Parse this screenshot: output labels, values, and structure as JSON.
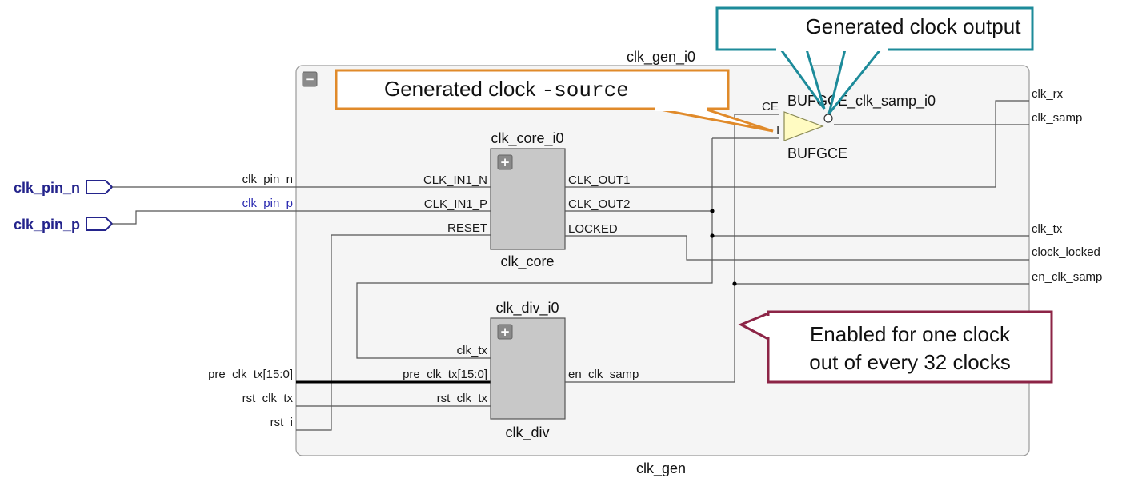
{
  "top": {
    "instance_name": "clk_gen_i0",
    "module_name": "clk_gen",
    "collapse_glyph": "−"
  },
  "inputs": {
    "clk_pin_n": "clk_pin_n",
    "clk_pin_p": "clk_pin_p"
  },
  "nets_left": {
    "clk_pin_n": "clk_pin_n",
    "clk_pin_p": "clk_pin_p",
    "pre_clk_tx": "pre_clk_tx[15:0]",
    "rst_clk_tx": "rst_clk_tx",
    "rst_i": "rst_i"
  },
  "clk_core": {
    "instance": "clk_core_i0",
    "module": "clk_core",
    "expand_glyph": "+",
    "pins_in": [
      "CLK_IN1_N",
      "CLK_IN1_P",
      "RESET"
    ],
    "pins_out": [
      "CLK_OUT1",
      "CLK_OUT2",
      "LOCKED"
    ]
  },
  "clk_div": {
    "instance": "clk_div_i0",
    "module": "clk_div",
    "expand_glyph": "+",
    "pins_in": [
      "clk_tx",
      "pre_clk_tx[15:0]",
      "rst_clk_tx"
    ],
    "pins_out": [
      "en_clk_samp"
    ]
  },
  "bufgce": {
    "instance": "BUFGCE_clk_samp_i0",
    "type": "BUFGCE",
    "pin_ce": "CE",
    "pin_i": "I"
  },
  "nets_right": [
    "clk_rx",
    "clk_samp",
    "clk_tx",
    "clock_locked",
    "en_clk_samp"
  ],
  "callouts": {
    "output": "Generated clock output",
    "source_text": "Generated clock ",
    "source_mono": "-source",
    "enabled_line1": "Enabled for one clock",
    "enabled_line2": "out of every 32 clocks"
  },
  "colors": {
    "callout_teal": "#1d8b9a",
    "callout_orange": "#e08a2a",
    "callout_maroon": "#8c2446",
    "buffer_fill": "#fffbc2",
    "block_fill": "#c8c8c8",
    "frame_fill": "#f5f5f5",
    "port_blue": "#24248c"
  }
}
